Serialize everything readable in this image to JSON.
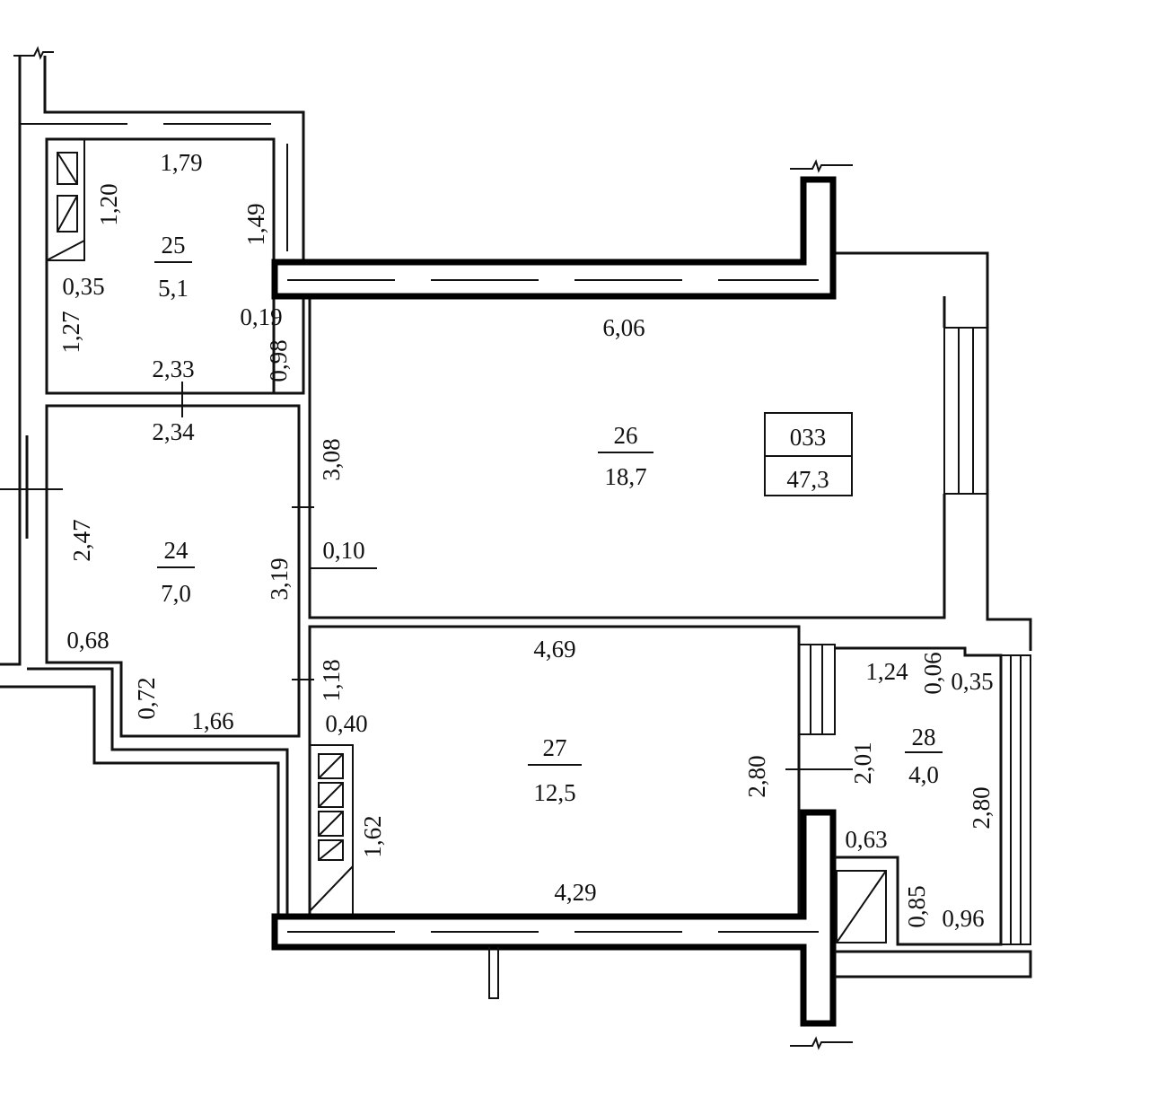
{
  "rooms": {
    "r25": {
      "number": "25",
      "area": "5,1"
    },
    "r24": {
      "number": "24",
      "area": "7,0"
    },
    "r26": {
      "number": "26",
      "area": "18,7"
    },
    "r27": {
      "number": "27",
      "area": "12,5"
    },
    "r28": {
      "number": "28",
      "area": "4,0"
    }
  },
  "apartment": {
    "number": "033",
    "total_area": "47,3"
  },
  "dims": {
    "r25": {
      "top": "1,79",
      "cab": "1,20",
      "right": "1,49",
      "niche": "0,35",
      "left": "1,27",
      "step": "0,19",
      "right_low": "0,98",
      "bottom": "2,33"
    },
    "r24": {
      "top": "2,34",
      "left": "2,47",
      "right_top": "3,08",
      "right": "3,19",
      "step_w": "0,68",
      "step_h": "0,72",
      "bottom": "1,66"
    },
    "r26": {
      "top": "6,06",
      "wall": "0,10"
    },
    "r27": {
      "top": "4,69",
      "left_top": "1,18",
      "niche": "0,40",
      "cab": "1,62",
      "bottom": "4,29",
      "right": "2,80"
    },
    "r28": {
      "top": "1,24",
      "step": "0,06",
      "corner": "0,35",
      "left": "2,01",
      "right": "2,80",
      "shaft_w": "0,63",
      "shaft_h": "0,85",
      "bottom": "0,96"
    }
  }
}
